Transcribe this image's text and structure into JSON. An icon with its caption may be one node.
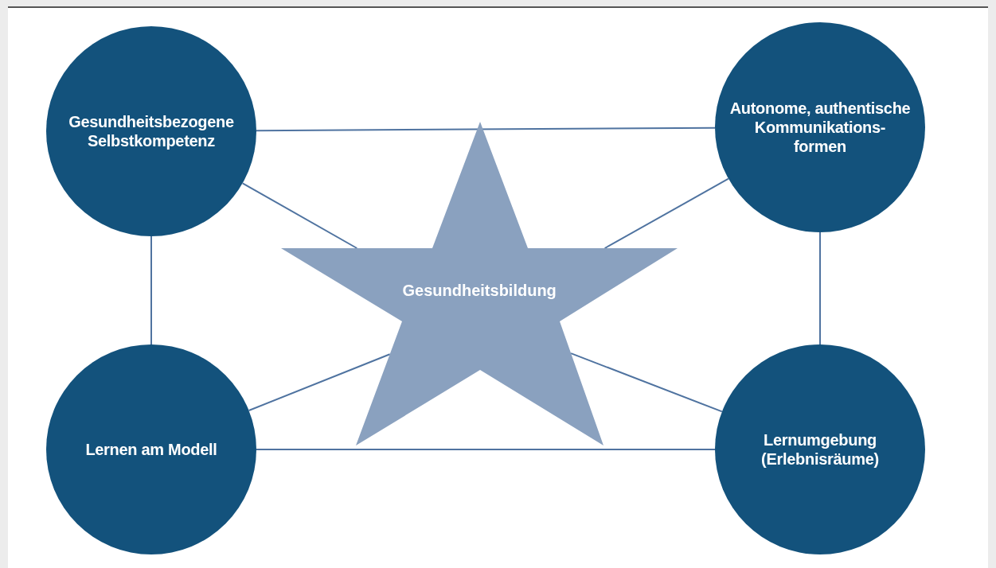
{
  "diagram": {
    "nodes": [
      {
        "text": [
          "Gesundheitsbezogene Selbstkompetenz"
        ]
      },
      {
        "text": [
          "Autonome, authentische Kommunikations- formen"
        ]
      },
      {
        "text": [
          "Gesundheitsbildung"
        ]
      },
      {
        "text": [
          "Lernen am Modell"
        ]
      },
      {
        "text": [
          "Lernumgebung (Erlebnisräume)"
        ]
      }
    ],
    "edges": [
      {
        "from": 0,
        "to": 1,
        "arrow": "none"
      },
      {
        "from": 0,
        "to": 2,
        "arrow": "none"
      },
      {
        "from": 1,
        "to": 2,
        "arrow": "none"
      },
      {
        "from": 0,
        "to": 3,
        "arrow": "none"
      },
      {
        "from": 1,
        "to": 4,
        "arrow": "none"
      },
      {
        "from": 3,
        "to": 2,
        "arrow": "none"
      },
      {
        "from": 4,
        "to": 2,
        "arrow": "none"
      },
      {
        "from": 3,
        "to": 4,
        "arrow": "none"
      }
    ]
  }
}
